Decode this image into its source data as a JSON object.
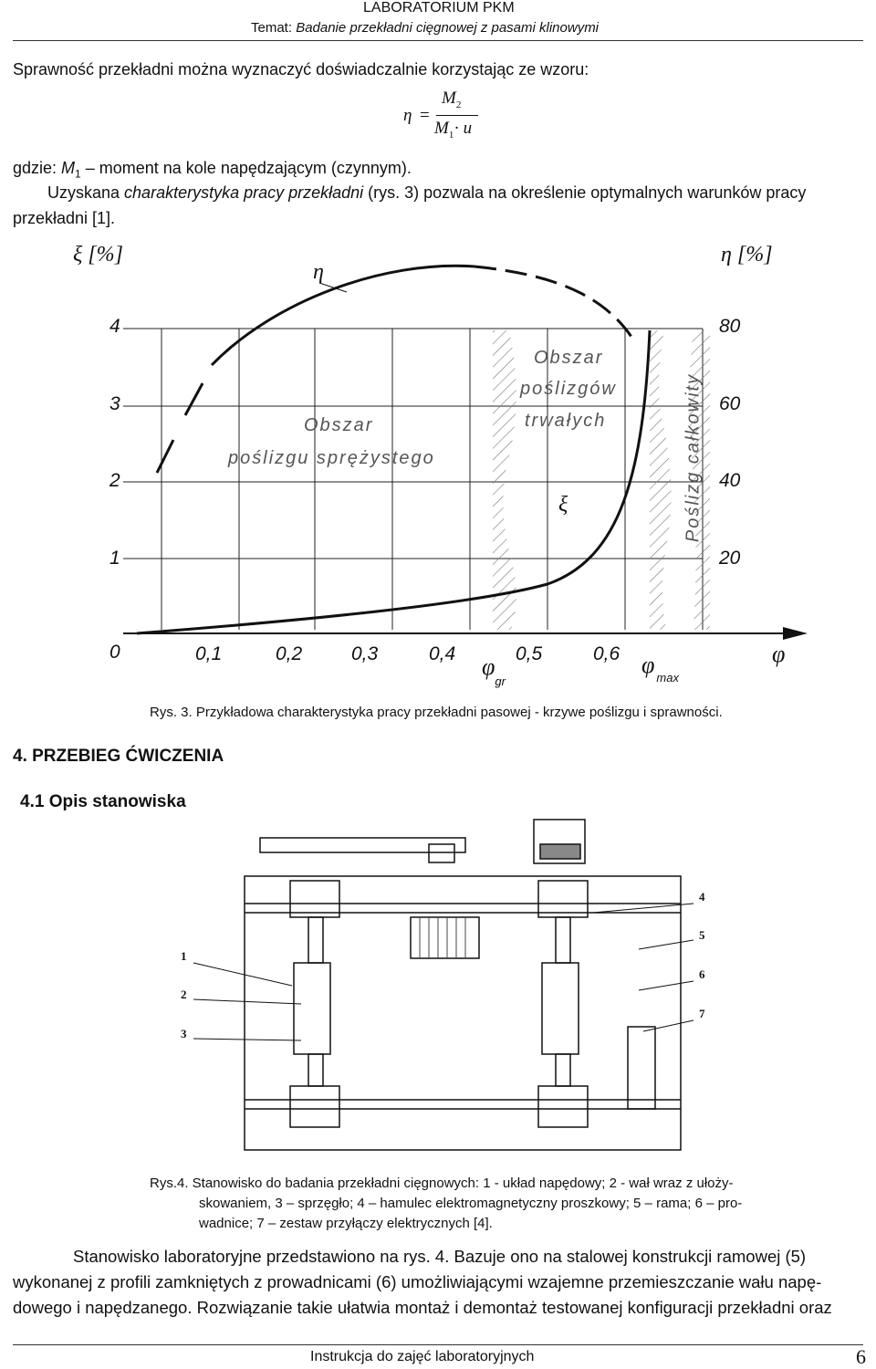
{
  "header": {
    "title": "LABORATORIUM PKM",
    "subtitle_prefix": "Temat: ",
    "subtitle_topic": "Badanie przekładni cięgnowej z pasami klinowymi"
  },
  "intro": "Sprawność przekładni można wyznaczyć doświadczalnie korzystając ze wzoru:",
  "formula": {
    "lhs": "η",
    "eq": "=",
    "numerator": "M",
    "numerator_sub": "2",
    "denominator_a": "M",
    "denominator_a_sub": "1",
    "denominator_dot": "·",
    "denominator_b": "u"
  },
  "where": {
    "prefix": "gdzie: ",
    "symbol": "M",
    "sub": "1",
    "text": " – moment na kole napędzającym (czynnym)."
  },
  "paragraph_char": {
    "line1_a": "Uzyskana ",
    "line1_italic": "charakterystyka pracy przekładni",
    "line1_b": " (rys. 3) pozwala na określenie optymalnych warunków pracy",
    "line2": "przekładni [1]."
  },
  "figure3": {
    "left_axis_label": "ξ [%]",
    "right_axis_label": "η [%]",
    "left_ticks": [
      "4",
      "3",
      "2",
      "1"
    ],
    "right_ticks": [
      "80",
      "60",
      "40",
      "20"
    ],
    "x_ticks": [
      "0",
      "0,1",
      "0,2",
      "0,3",
      "0,4",
      "0,5",
      "0,6"
    ],
    "x_axis_symbol": "φ",
    "phi_gr": "φ",
    "phi_gr_sub": "gr",
    "phi_max": "φ",
    "phi_max_sub": "max",
    "eta_curve_label": "η",
    "xi_curve_label": "ξ",
    "region_elastic_1": "Obszar",
    "region_elastic_2": "poślizgu sprężystego",
    "region_slip_1": "Obszar",
    "region_slip_2": "poślizgów",
    "region_slip_3": "trwałych",
    "region_total": "Poślizg całkowity",
    "caption": "Rys. 3. Przykładowa charakterystyka pracy przekładni pasowej - krzywe poślizgu i sprawności."
  },
  "section4": "4.  PRZEBIEG ĆWICZENIA",
  "section41": "4.1  Opis stanowiska",
  "figure4": {
    "labels": [
      "1",
      "2",
      "3",
      "4",
      "5",
      "6",
      "7"
    ],
    "caption_l1": "Rys.4. Stanowisko do badania przekładni cięgnowych: 1 - układ napędowy; 2 - wał wraz z ułoży-",
    "caption_l2": "skowaniem, 3 – sprzęgło; 4 – hamulec elektromagnetyczny proszkowy; 5 – rama; 6 – pro-",
    "caption_l3": "wadnice; 7 – zestaw przyłączy elektrycznych [4]."
  },
  "body_text": [
    "Stanowisko laboratoryjne przedstawiono na rys. 4. Bazuje ono na stalowej konstrukcji ramowej (5)",
    "wykonanej z profili zamkniętych z prowadnicami (6) umożliwiającymi wzajemne przemieszczanie wału napę-",
    "dowego i napędzanego. Rozwiązanie takie ułatwia montaż i demontaż testowanej konfiguracji przekładni oraz"
  ],
  "footer": {
    "text": "Instrukcja do zajęć laboratoryjnych",
    "page": "6"
  }
}
